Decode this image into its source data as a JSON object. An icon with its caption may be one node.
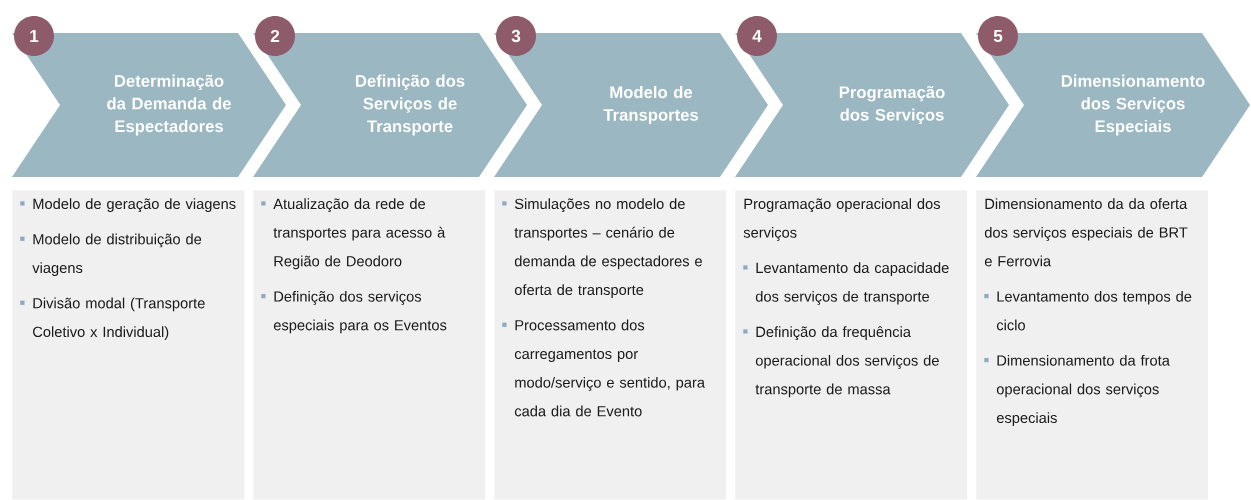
{
  "diagram": {
    "nodes": [
      {
        "text": [
          "1"
        ]
      },
      {
        "text": [
          "Determinação da Demanda de Espectadores"
        ]
      },
      {
        "text": [
          "2"
        ]
      },
      {
        "text": [
          "Definição dos Serviços de Transporte"
        ]
      },
      {
        "text": [
          "3"
        ]
      },
      {
        "text": [
          "Modelo de Transportes"
        ]
      },
      {
        "text": [
          "4"
        ]
      },
      {
        "text": [
          "Programação dos Serviços"
        ]
      },
      {
        "text": [
          "5"
        ]
      },
      {
        "text": [
          "Dimensionamento dos Serviços Especiais"
        ]
      },
      {
        "text": [
          "Modelo de geração de viagens",
          "Modelo de distribuição de viagens",
          "Divisão modal (Transporte Coletivo x Individual)"
        ]
      },
      {
        "text": [
          "Atualização da rede de transportes para acesso à Região de Deodoro",
          "Definição dos serviços especiais para os Eventos"
        ]
      },
      {
        "text": [
          "Simulações no modelo de transportes – cenário de demanda de espectadores e oferta de transporte",
          "Processamento dos carregamentos por modo/serviço e sentido, para cada dia de Evento"
        ]
      },
      {
        "text": [
          "Programação operacional dos serviços",
          "Levantamento da capacidade dos serviços de transporte",
          "Definição da frequência operacional dos serviços de transporte de massa"
        ]
      },
      {
        "text": [
          "Dimensionamento da da oferta dos serviços especiais de BRT e Ferrovia",
          "Levantamento dos tempos de ciclo",
          "Dimensionamento da frota operacional dos serviços especiais"
        ]
      }
    ]
  }
}
